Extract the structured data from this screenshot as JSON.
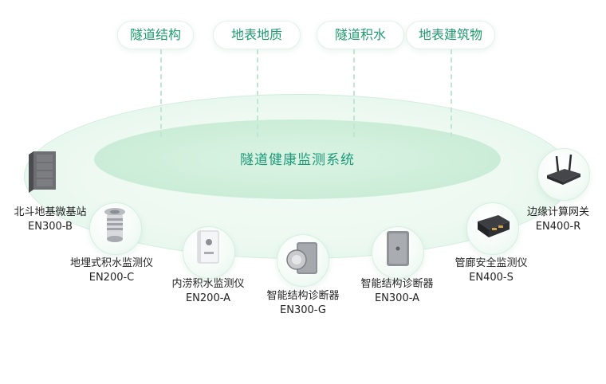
{
  "tags": [
    "隧道结构",
    "地表地质",
    "隧道积水",
    "地表建筑物"
  ],
  "center_title": "隧道健康监测系统",
  "devices": [
    {
      "name": "北斗地基微基站",
      "model": "EN300-B",
      "icon": "server-cabinet-icon"
    },
    {
      "name": "地埋式积水监测仪",
      "model": "EN200-C",
      "icon": "cylinder-sensor-icon"
    },
    {
      "name": "内涝积水监测仪",
      "model": "EN200-A",
      "icon": "box-sensor-icon"
    },
    {
      "name": "智能结构诊断器",
      "model": "EN300-G",
      "icon": "dial-diagnoser-icon"
    },
    {
      "name": "智能结构诊断器",
      "model": "EN300-A",
      "icon": "plate-diagnoser-icon"
    },
    {
      "name": "管廊安全监测仪",
      "model": "EN400-S",
      "icon": "dark-box-monitor-icon"
    },
    {
      "name": "边缘计算网关",
      "model": "EN400-R",
      "icon": "router-antenna-icon"
    }
  ]
}
